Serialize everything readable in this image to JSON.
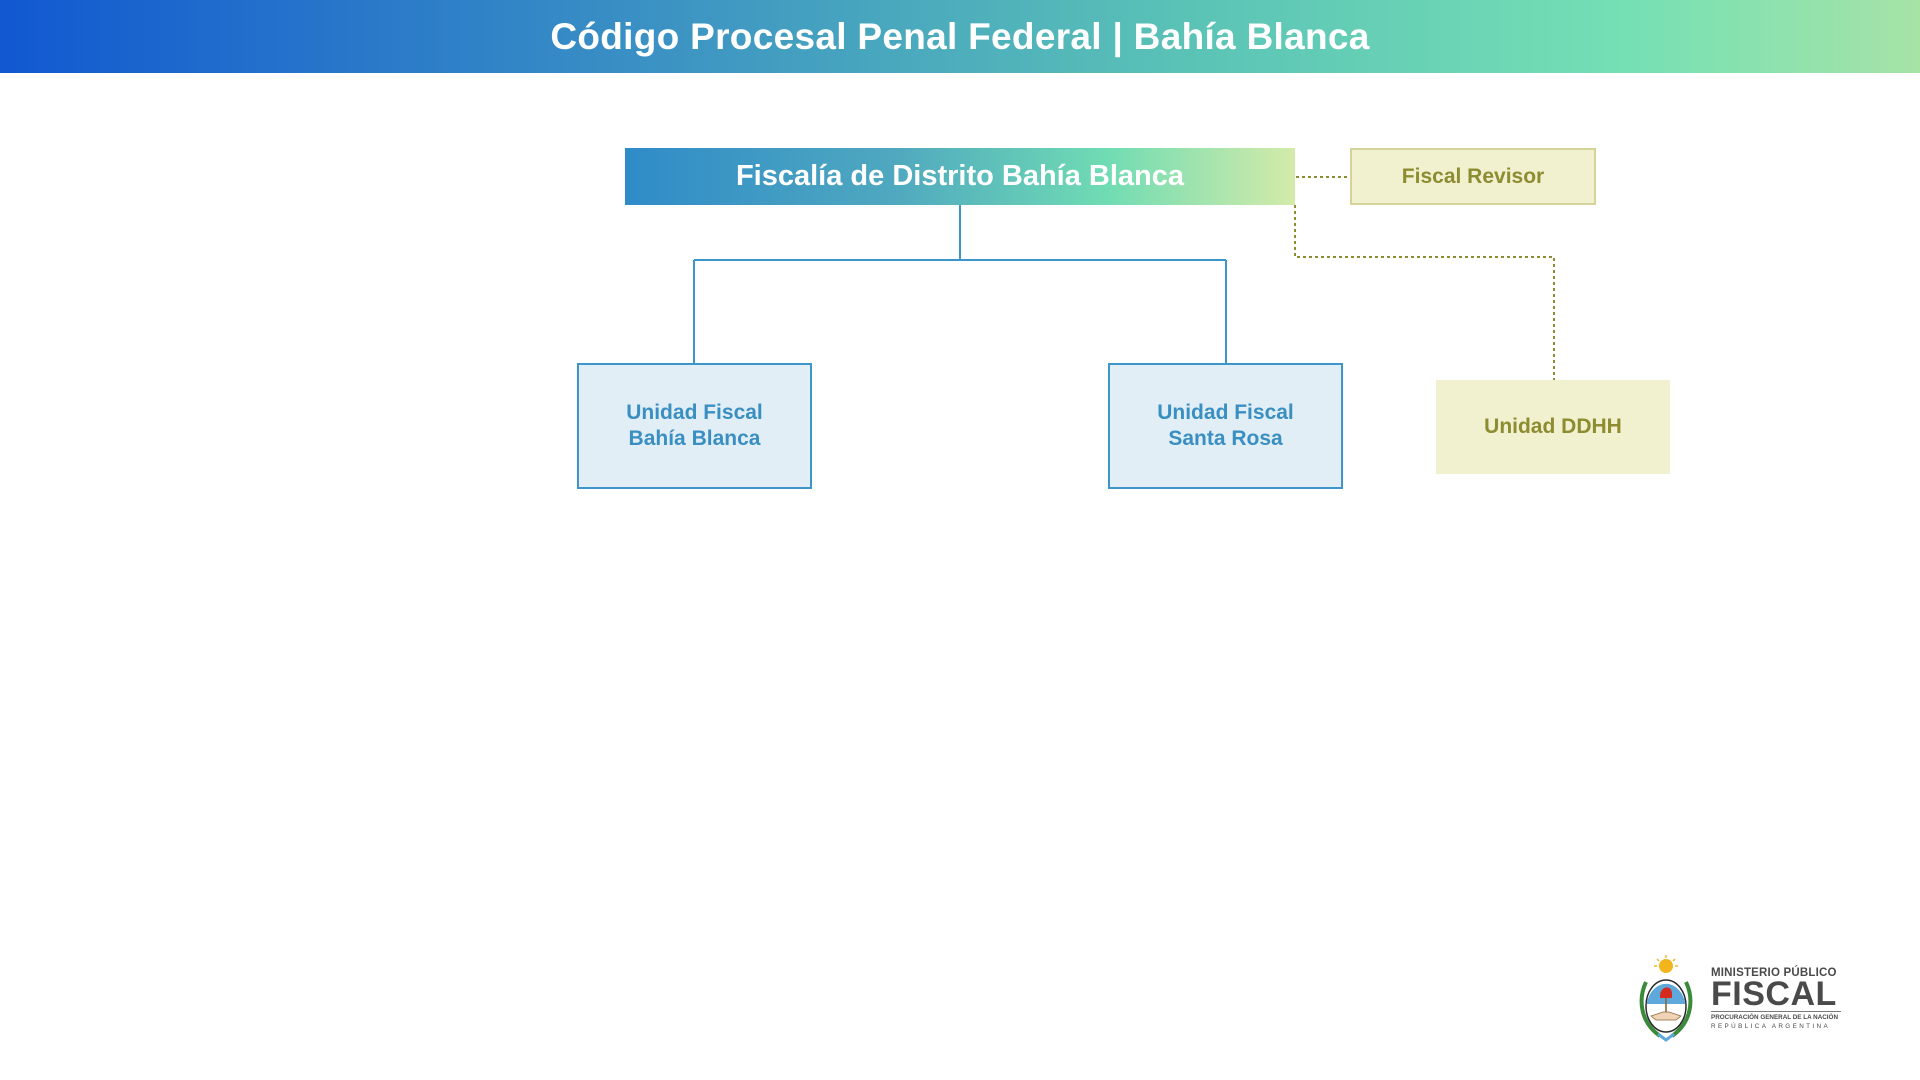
{
  "header": {
    "title": "Código Procesal Penal Federal | Bahía Blanca"
  },
  "org_chart": {
    "root": {
      "label": "Fiscalía de Distrito Bahía Blanca"
    },
    "side_nodes": [
      {
        "label": "Fiscal Revisor"
      },
      {
        "label": "Unidad DDHH"
      }
    ],
    "units": [
      {
        "line1": "Unidad Fiscal",
        "line2": "Bahía Blanca"
      },
      {
        "line1": "Unidad Fiscal",
        "line2": "Santa Rosa"
      }
    ]
  },
  "logo": {
    "line1": "MINISTERIO PÚBLICO",
    "line2": "FISCAL",
    "line3": "PROCURACIÓN GENERAL DE LA NACIÓN",
    "line4": "REPÚBLICA ARGENTINA"
  },
  "colors": {
    "header_gradient_start": "#1158d1",
    "header_gradient_end": "#a6e3a7",
    "unit_border": "#3d95c9",
    "unit_fill": "#e1eef6",
    "side_fill": "#f1f0cf",
    "side_text": "#8e8c30"
  }
}
